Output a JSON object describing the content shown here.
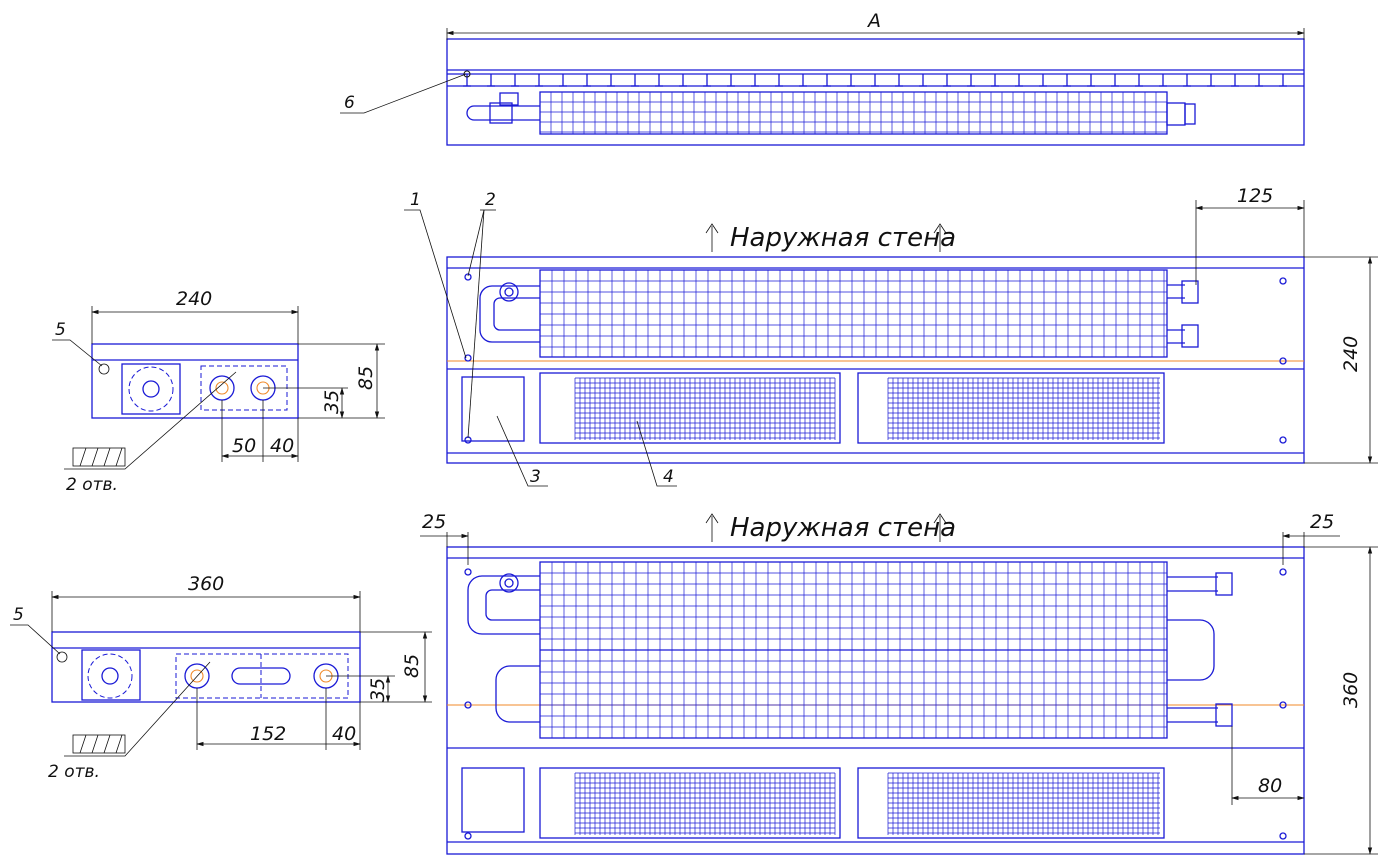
{
  "top_view": {
    "dim_length_label": "A",
    "callout_6": "6"
  },
  "middle_view": {
    "wall_label": "Нарyжная стена",
    "callout_1": "1",
    "callout_2": "2",
    "callout_3": "3",
    "callout_4": "4",
    "dim_125": "125",
    "dim_240": "240"
  },
  "bottom_view": {
    "wall_label": "Нарyжная стена",
    "dim_25_left": "25",
    "dim_25_right": "25",
    "dim_360": "360",
    "dim_80": "80"
  },
  "section_240": {
    "dim_width": "240",
    "dim_height": "85",
    "dim_35": "35",
    "dim_50": "50",
    "dim_40": "40",
    "callout_5": "5",
    "holes_label": "2 отв."
  },
  "section_360": {
    "dim_width": "360",
    "dim_height": "85",
    "dim_35": "35",
    "dim_152": "152",
    "dim_40": "40",
    "callout_5": "5",
    "holes_label": "2 отв."
  },
  "colors": {
    "outline": "#1a1ad6",
    "dimension": "#111111",
    "axis": "#f08a2a"
  }
}
